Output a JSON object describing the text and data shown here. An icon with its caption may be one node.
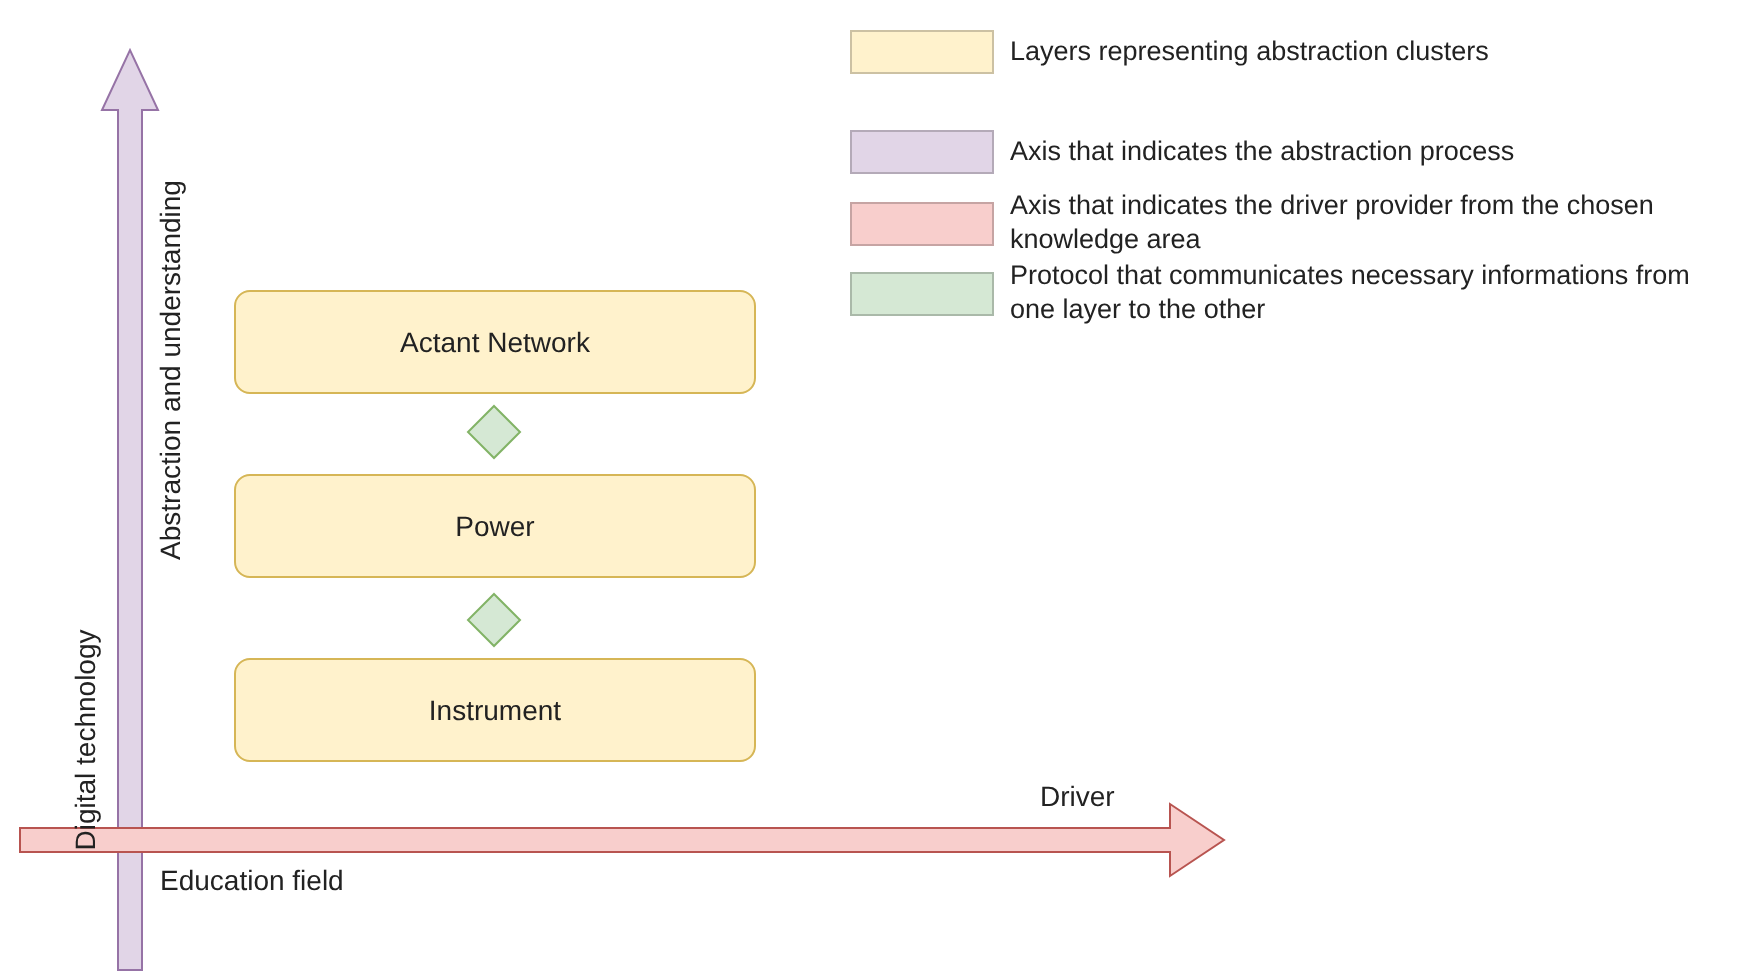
{
  "diagram": {
    "nodes": [
      {
        "text": [
          "Actant Network"
        ]
      },
      {
        "text": [],
        "shape": "diamond"
      },
      {
        "text": [
          "Power"
        ]
      },
      {
        "text": [],
        "shape": "diamond"
      },
      {
        "text": [
          "Instrument"
        ]
      }
    ],
    "labels": [
      "Abstraction and understanding",
      "Digital technology",
      "Driver",
      "Education field"
    ],
    "legend": [
      {
        "text": "Layers representing abstraction clusters",
        "color": "#fff2cc"
      },
      {
        "text": "Axis that indicates the abstraction process",
        "color": "#e1d5e7"
      },
      {
        "text": "Axis that indicates the driver provider from the chosen knowledge area",
        "color": "#f8cecc"
      },
      {
        "text": "Protocol that communicates necessary informations from one layer to the other",
        "color": "#d5e8d4"
      }
    ]
  }
}
